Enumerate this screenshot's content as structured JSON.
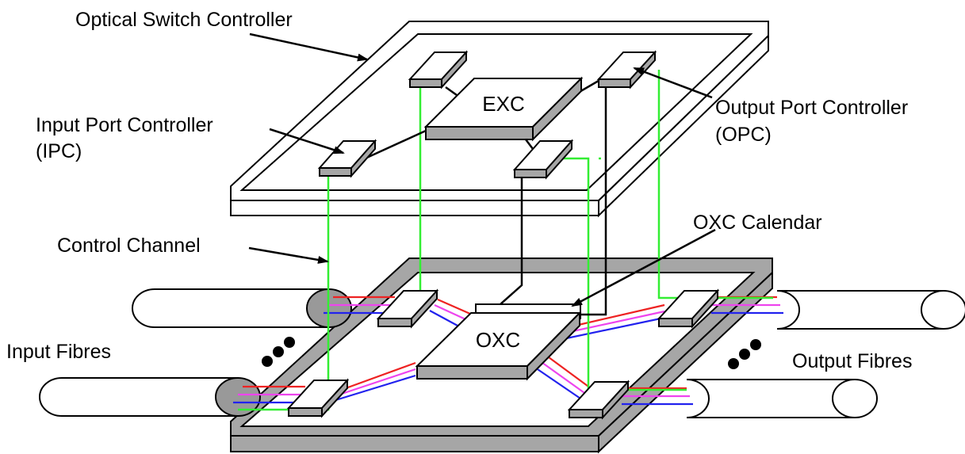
{
  "labels": {
    "optical_switch_controller": "Optical Switch Controller",
    "input_port_controller": "Input Port Controller",
    "ipc_abbrev": "(IPC)",
    "output_port_controller": "Output Port Controller",
    "opc_abbrev": "(OPC)",
    "exc": "EXC",
    "oxc": "OXC",
    "oxc_calendar": "OXC Calendar",
    "control_channel": "Control Channel",
    "input_fibres": "Input Fibres",
    "output_fibres": "Output Fibres"
  },
  "colors": {
    "control_channel": "#33ee33",
    "wavelength_red": "#ee2222",
    "wavelength_magenta": "#ee44ee",
    "wavelength_blue": "#2222ee",
    "component_shade": "#a6a6a6",
    "fibre_end_shade": "#999999",
    "outline": "#000000",
    "background": "#ffffff"
  }
}
